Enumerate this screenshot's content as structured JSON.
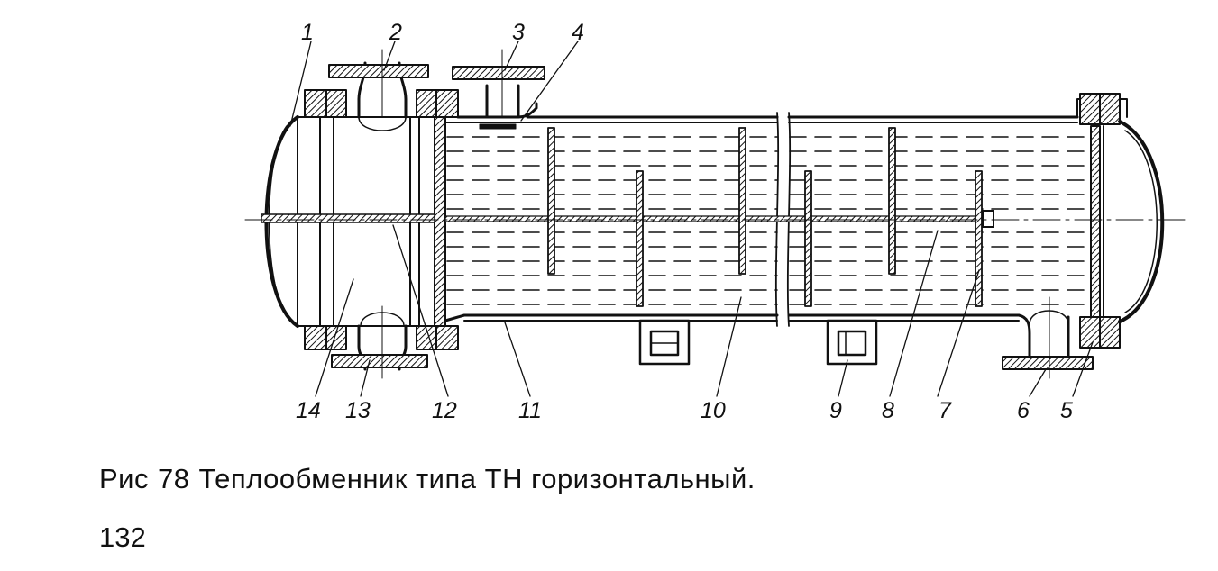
{
  "figure": {
    "callouts": [
      "1",
      "2",
      "3",
      "4",
      "5",
      "6",
      "7",
      "8",
      "9",
      "10",
      "11",
      "12",
      "13",
      "14"
    ]
  },
  "caption": {
    "fig": "Рис",
    "number": "78",
    "text": "Теплообменник типа ТН горизонтальный."
  },
  "page_number": "132"
}
